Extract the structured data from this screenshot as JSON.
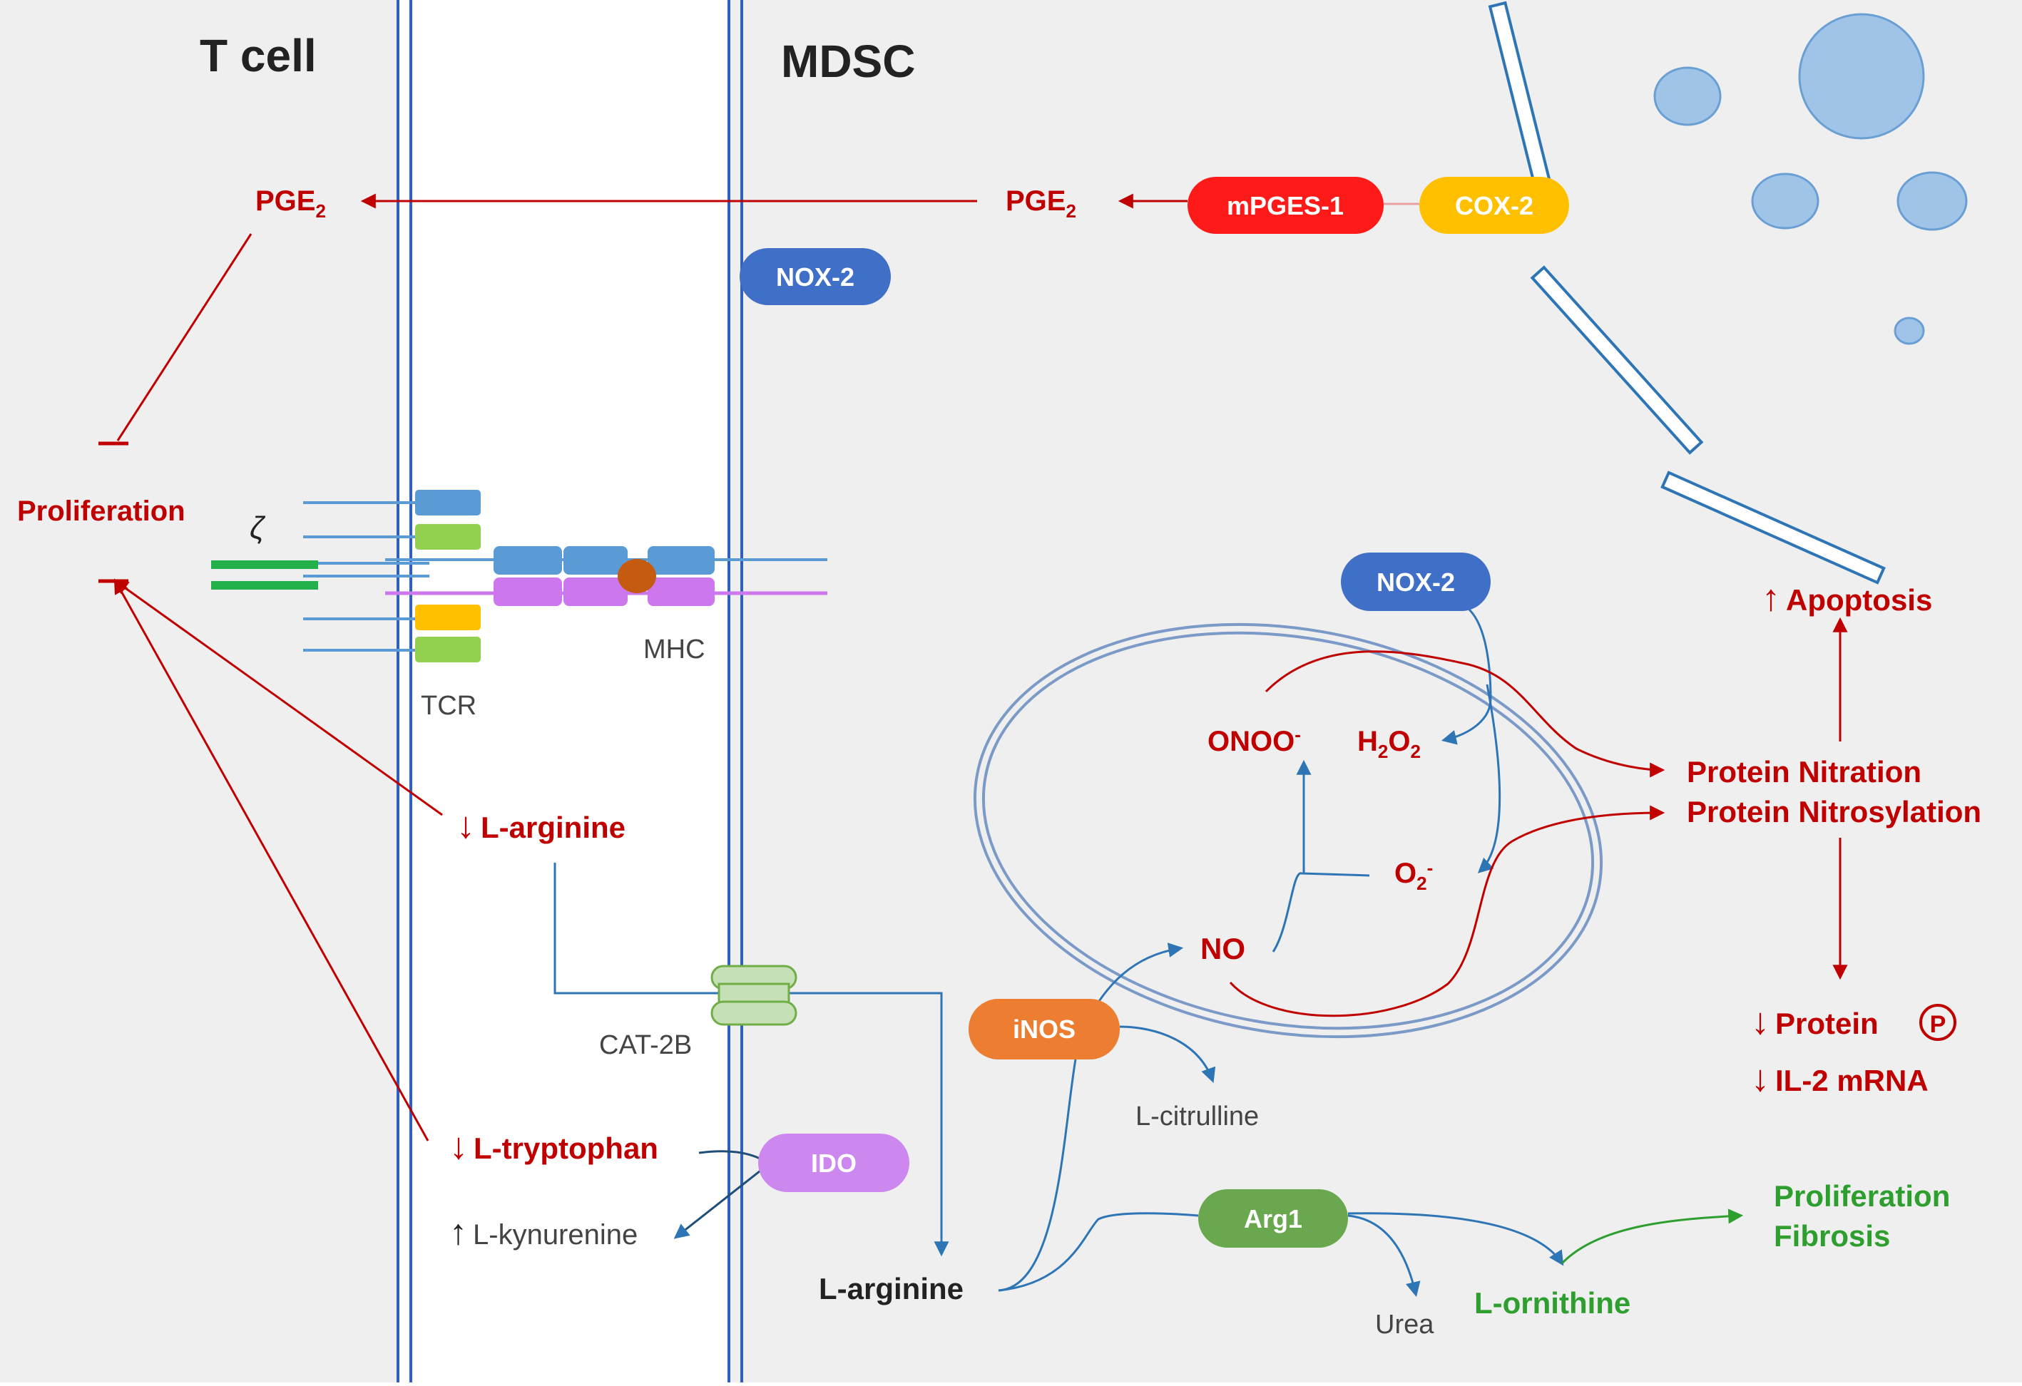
{
  "headings": {
    "t_cell": "T cell",
    "mdsc": "MDSC"
  },
  "pge2": {
    "base": "PGE",
    "sub": "2"
  },
  "enzymes": {
    "mpges1": "mPGES-1",
    "cox2": "COX-2",
    "nox2_top": "NOX-2",
    "nox2_mito": "NOX-2",
    "inos": "iNOS",
    "ido": "IDO",
    "arg1": "Arg1"
  },
  "receptor": {
    "zeta": "ζ",
    "tcr": "TCR",
    "mhc": "MHC",
    "cat2b": "CAT-2B"
  },
  "tcell_side": {
    "proliferation": "Proliferation",
    "l_arginine": "L-arginine",
    "l_tryptophan": "L-tryptophan",
    "l_kynurenine": "L-kynurenine",
    "down_arrow": "↓",
    "up_arrow": "↑"
  },
  "mdsc_side": {
    "l_arginine": "L-arginine",
    "l_citrulline": "L-citrulline",
    "urea": "Urea",
    "l_ornithine": "L-ornithine",
    "prolif_fibrosis": [
      "Proliferation",
      "Fibrosis"
    ]
  },
  "mito": {
    "onoo": "ONOO",
    "onoo_sup": "-",
    "h2o2": [
      "H",
      "2",
      "O",
      "2"
    ],
    "o2": "O",
    "o2_sub": "2",
    "o2_sup": "-",
    "no": "NO"
  },
  "effects": {
    "apoptosis": "Apoptosis",
    "protein_nitration": "Protein Nitration",
    "protein_nitrosylation": "Protein Nitrosylation",
    "protein": "Protein",
    "phospho": "P",
    "il2": "IL-2 mRNA",
    "up": "↑",
    "down": "↓"
  },
  "colors": {
    "red": "#c00000",
    "blue": "#2e75b6",
    "green": "#2e9e2e",
    "membrane": "#2f5fbf",
    "mpges1": "#ff1a1a",
    "cox2": "#ffc000",
    "nox2": "#3f6fc6",
    "inos": "#ed7d31",
    "ido": "#cc88ee",
    "arg1": "#6aa84f",
    "vesicle": "#a0c4e8"
  }
}
